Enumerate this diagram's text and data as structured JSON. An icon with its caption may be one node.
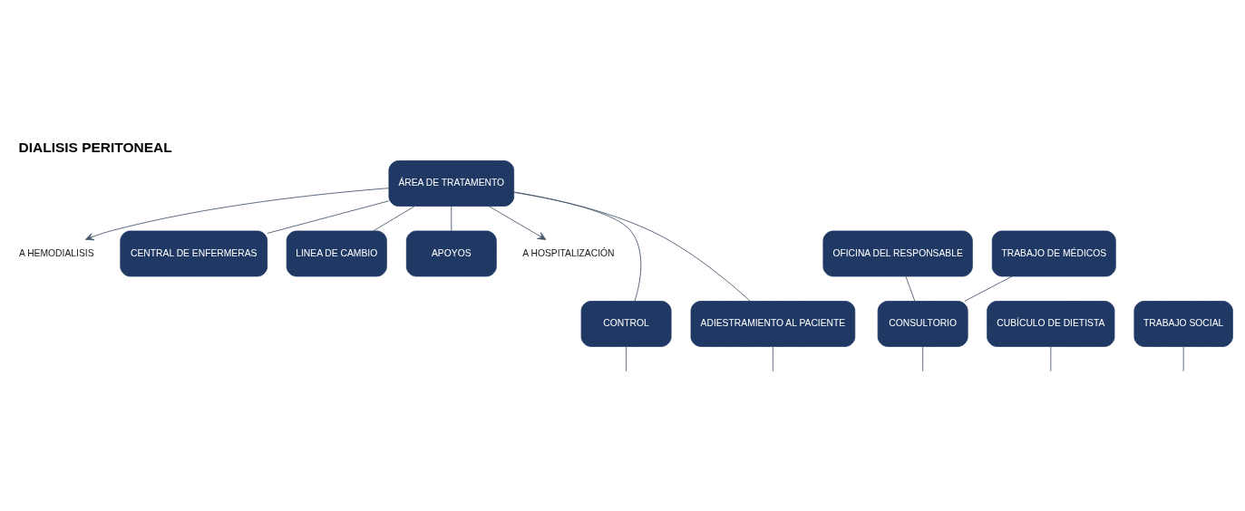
{
  "diagram": {
    "title": "DIALISIS PERITONEAL",
    "nodes": [
      {
        "text": [
          "ÁREA DE TRATAMENTO"
        ]
      },
      {
        "text": [
          "A HEMODIALISIS"
        ]
      },
      {
        "text": [
          "OFICINA DEL RESPONSABLE"
        ]
      },
      {
        "text": [
          "CENTRAL DE ENFERMERAS"
        ]
      },
      {
        "text": [
          "LINEA DE CAMBIO"
        ]
      },
      {
        "text": [
          "TRABAJO DE MÉDICOS"
        ]
      },
      {
        "text": [
          "APOYOS"
        ]
      },
      {
        "text": [
          "A HOSPITALIZACIÓN"
        ]
      },
      {
        "text": [
          "CUBÍCULO DE DIETISTA"
        ]
      },
      {
        "text": [
          "TRABAJO SOCIAL"
        ]
      },
      {
        "text": [
          "CONSULTORIO"
        ]
      },
      {
        "text": [
          "CONTROL"
        ]
      },
      {
        "text": [
          "ADIESTRAMIENTO AL PACIENTE"
        ]
      }
    ],
    "edges": [
      {
        "from": 0,
        "to": 1,
        "arrow": "to"
      },
      {
        "from": 0,
        "to": 4,
        "arrow": "none"
      },
      {
        "from": 0,
        "to": 3,
        "arrow": "none"
      },
      {
        "from": 0,
        "to": 6,
        "arrow": "none"
      },
      {
        "from": 0,
        "to": 7,
        "arrow": "to"
      },
      {
        "from": 0,
        "to": 12,
        "arrow": "none"
      },
      {
        "from": 0,
        "to": 11,
        "arrow": "none"
      },
      {
        "from": 2,
        "to": 10,
        "arrow": "none"
      },
      {
        "from": 5,
        "to": 10,
        "arrow": "none"
      },
      {
        "from": 8,
        "to": null,
        "arrow": "none"
      },
      {
        "from": 9,
        "to": null,
        "arrow": "none"
      },
      {
        "from": 10,
        "to": null,
        "arrow": "none"
      },
      {
        "from": 11,
        "to": null,
        "arrow": "none"
      },
      {
        "from": 12,
        "to": null,
        "arrow": "none"
      }
    ]
  }
}
